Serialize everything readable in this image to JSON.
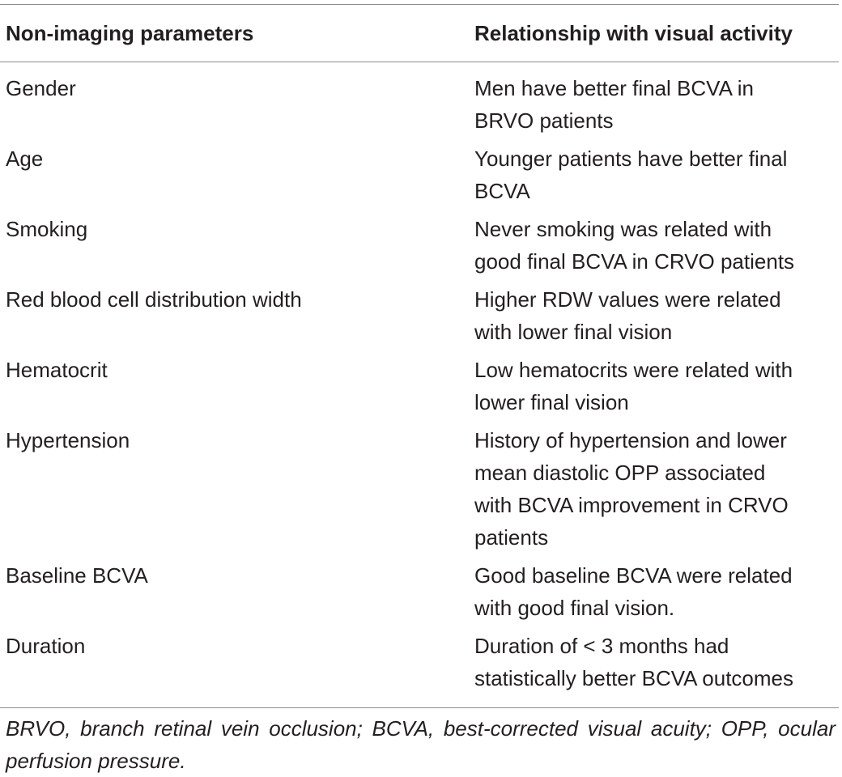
{
  "table": {
    "headers": [
      "Non-imaging parameters",
      "Relationship with visual activity"
    ],
    "rows": [
      {
        "parameter": "Gender",
        "relationship_lines": [
          "Men have better final BCVA in",
          "BRVO patients"
        ]
      },
      {
        "parameter": "Age",
        "relationship_lines": [
          "Younger patients have better final",
          "BCVA"
        ]
      },
      {
        "parameter": "Smoking",
        "relationship_lines": [
          "Never smoking was related with",
          "good final BCVA in CRVO patients"
        ]
      },
      {
        "parameter": "Red blood cell distribution width",
        "relationship_lines": [
          "Higher RDW values were related",
          "with lower final vision"
        ]
      },
      {
        "parameter": "Hematocrit",
        "relationship_lines": [
          "Low hematocrits were related with",
          "lower final vision"
        ]
      },
      {
        "parameter": "Hypertension",
        "relationship_lines": [
          "History of hypertension and lower",
          "mean diastolic OPP associated",
          "with BCVA improvement in CRVO",
          "patients"
        ]
      },
      {
        "parameter": "Baseline BCVA",
        "relationship_lines": [
          "Good baseline BCVA were related",
          "with good final vision."
        ]
      },
      {
        "parameter": "Duration",
        "relationship_lines": [
          "Duration of < 3 months had",
          "statistically better BCVA outcomes"
        ]
      }
    ]
  },
  "footnote": "BRVO, branch retinal vein occlusion; BCVA, best-corrected visual acuity; OPP, ocular perfusion pressure."
}
